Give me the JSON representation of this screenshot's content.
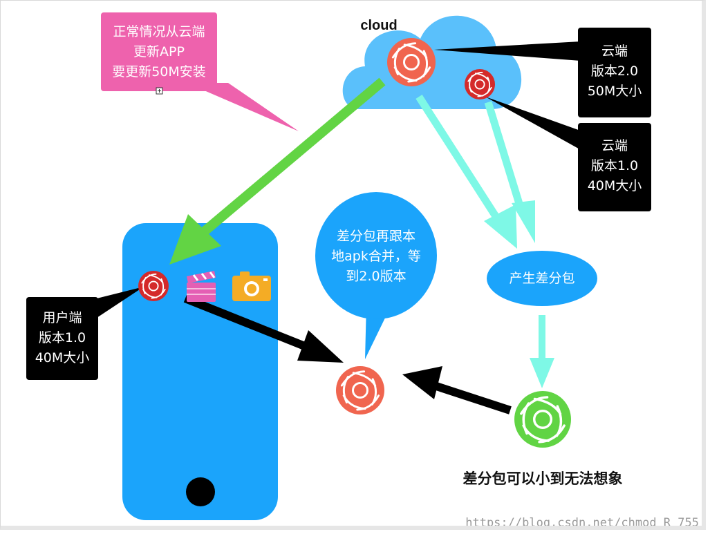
{
  "cloud": {
    "label": "cloud"
  },
  "notes": {
    "update_from_cloud": [
      "正常情况从云端",
      "更新APP",
      "要更新50M安装"
    ],
    "cloud_v2": [
      "云端",
      "版本2.0",
      "50M大小"
    ],
    "cloud_v1": [
      "云端",
      "版本1.0",
      "40M大小"
    ],
    "user_v1": [
      "用户端",
      "版本1.0",
      "40M大小"
    ],
    "merge_bubble": [
      "差分包再跟本",
      "地apk合并，等",
      "到2.0版本"
    ],
    "generate_patch": "产生差分包",
    "patch_small": "差分包可以小到无法想象"
  },
  "watermark": "https://blog.csdn.net/chmod_R_755",
  "colors": {
    "cloud": "#5ac0fb",
    "phone": "#1ba4fb",
    "pink_note": "#ee62ad",
    "note_dark": "#000000",
    "green_arrow": "#62d444",
    "cyan_arrow": "#7ef8e6",
    "black_arrow": "#000000",
    "shutter_red": "#f0654f",
    "shutter_dark_red": "#d42a2a",
    "shutter_green": "#61d444",
    "clapper": "#e45fb4",
    "camera": "#f4ac25"
  },
  "icons": [
    "shutter-icon",
    "clapperboard-icon",
    "camera-icon",
    "home-button-icon"
  ]
}
